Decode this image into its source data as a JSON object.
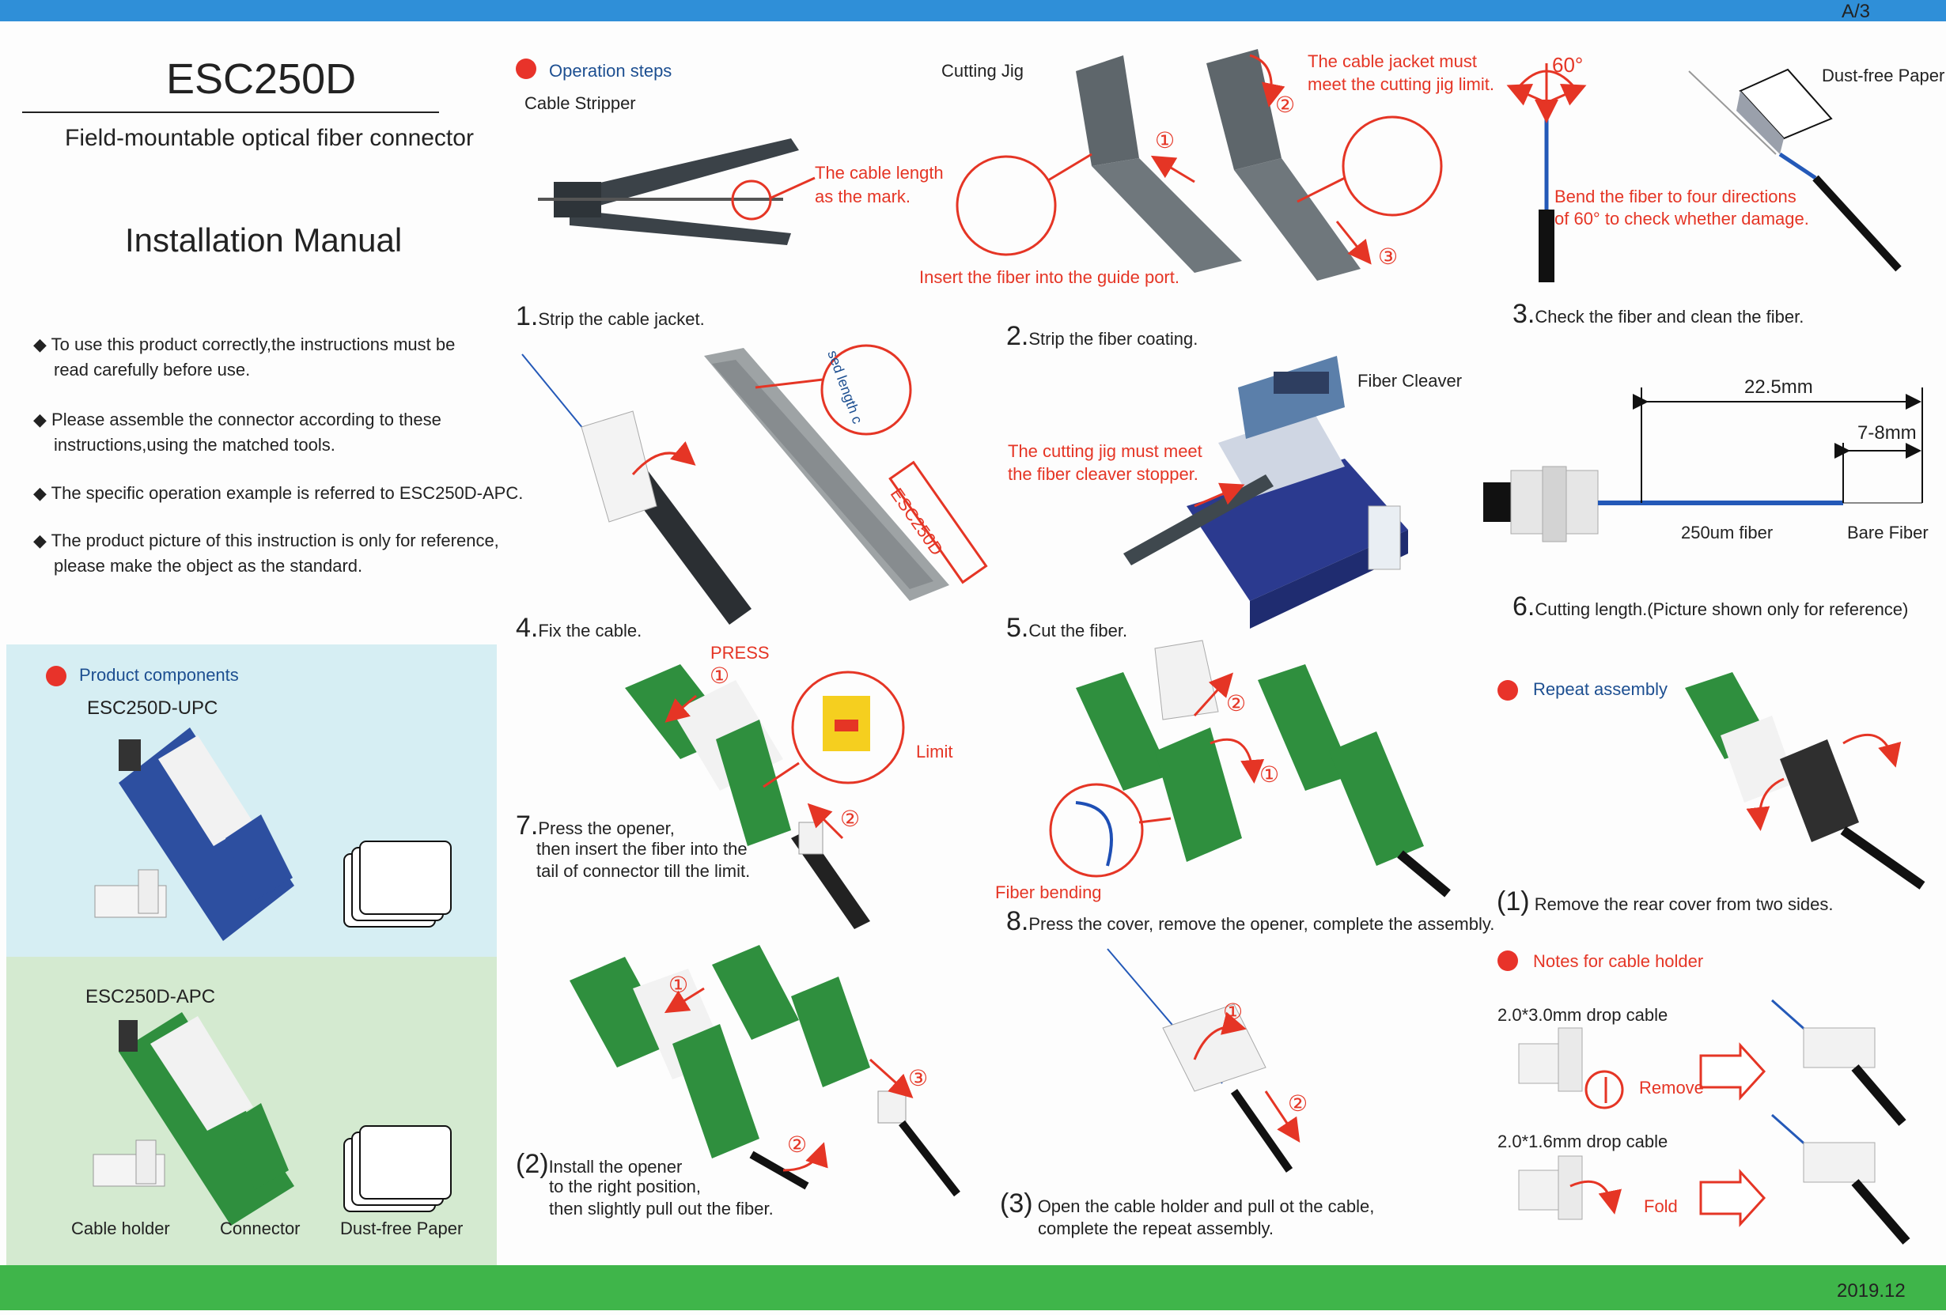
{
  "page": {
    "code": "A/3",
    "date": "2019.12"
  },
  "left": {
    "title": "ESC250D",
    "subtitle": "Field-mountable optical fiber connector",
    "manual": "Installation Manual",
    "bullets": [
      {
        "l1": "To use this product correctly,the instructions must be",
        "l2": "read carefully before use."
      },
      {
        "l1": "Please assemble the connector according to these",
        "l2": "instructions,using the matched tools."
      },
      {
        "l1": "The specific operation example is referred to ESC250D-APC.",
        "l2": ""
      },
      {
        "l1": "The product picture of this instruction is only for reference,",
        "l2": "please make the object as the standard."
      }
    ],
    "components_heading": "Product components",
    "upc": "ESC250D-UPC",
    "apc": "ESC250D-APC",
    "labels": {
      "holder": "Cable holder",
      "connector": "Connector",
      "paper": "Dust-free Paper"
    }
  },
  "steps": {
    "heading": "Operation steps",
    "stripper": "Cable Stripper",
    "jig": "Cutting Jig",
    "cable_length": {
      "l1": "The cable length",
      "l2": "as the mark."
    },
    "jacket": {
      "l1": "The cable jacket must",
      "l2": "meet the cutting jig limit."
    },
    "insert": "Insert the fiber into the guide port.",
    "angle": "60°",
    "dust": "Dust-free Paper",
    "bend": {
      "l1": "Bend the fiber to four directions",
      "l2": "of 60° to check whether damage."
    },
    "s1": {
      "n": "1.",
      "t": "Strip the cable jacket."
    },
    "s2": {
      "n": "2.",
      "t": "Strip the fiber coating."
    },
    "s3": {
      "n": "3.",
      "t": "Check the fiber and clean the fiber."
    },
    "cleaver": "Fiber Cleaver",
    "cutting_jig_note": {
      "l1": "The cutting jig must meet",
      "l2": "the fiber cleaver stopper."
    },
    "length1": "22.5mm",
    "length2": "7-8mm",
    "fiber250": "250um fiber",
    "bare": "Bare Fiber",
    "jig_mark": "ESC250D",
    "jig_mark2": "sed length c",
    "s4": {
      "n": "4.",
      "t": "Fix the cable."
    },
    "s5": {
      "n": "5.",
      "t": "Cut the fiber."
    },
    "s6": {
      "n": "6.",
      "t": "Cutting length.(Picture shown only for reference)"
    },
    "press": "PRESS",
    "limit": "Limit",
    "s7": {
      "n": "7.",
      "l1": "Press the opener,",
      "l2": "then insert the fiber into the",
      "l3": "tail of connector till the limit."
    },
    "fiber_bending": "Fiber bending",
    "s8": {
      "n": "8.",
      "t": "Press the cover, remove the opener, complete the assembly."
    },
    "repeat_heading": "Repeat assembly",
    "r1": {
      "n": "(1)",
      "t": "Remove the rear cover from two sides."
    },
    "r2": {
      "n": "(2)",
      "l1": "Install the opener",
      "l2": "to the right position,",
      "l3": "then slightly pull out the fiber."
    },
    "r3": {
      "n": "(3)",
      "l1": "Open the cable holder and pull ot the cable,",
      "l2": "complete the repeat assembly."
    },
    "notes_heading": "Notes for cable holder",
    "drop1": "2.0*3.0mm drop cable",
    "drop2": "2.0*1.6mm drop cable",
    "remove": "Remove",
    "fold": "Fold",
    "c1": "①",
    "c2": "②",
    "c3": "③"
  },
  "colors": {
    "top_band": "#2f8fd8",
    "bottom_band": "#3fb54a",
    "red": "#e53525",
    "blue": "#1d4f91",
    "green": "#2f8f3e",
    "panel_blue": "#d6eef3",
    "panel_green": "#d4ead0"
  }
}
